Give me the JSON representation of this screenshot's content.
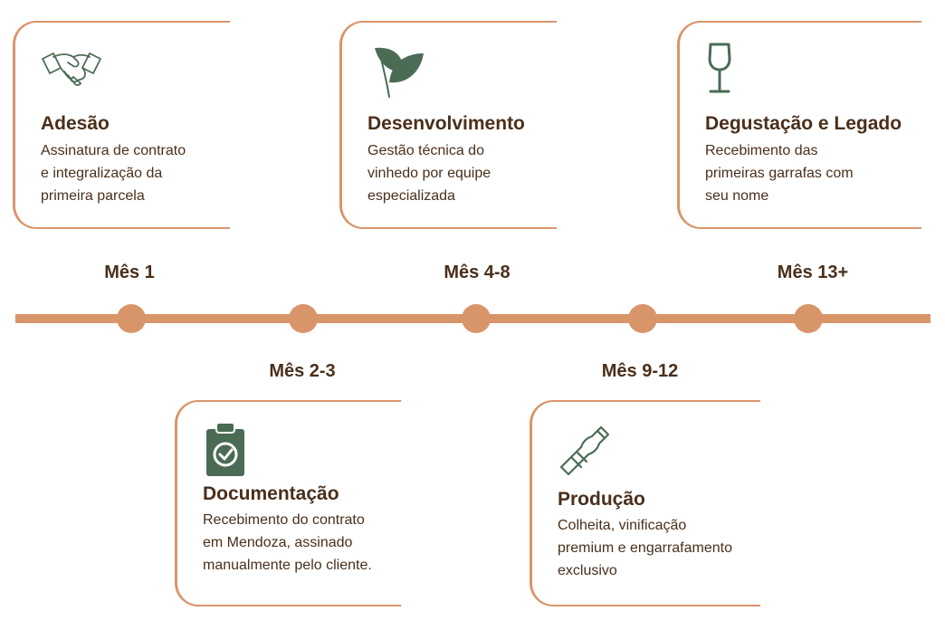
{
  "colors": {
    "accent": "#D9956A",
    "text": "#4A2F1A",
    "icon_green": "#4B6B55"
  },
  "milestones": [
    {
      "label": "Mês 1"
    },
    {
      "label": "Mês 2-3"
    },
    {
      "label": "Mês 4-8"
    },
    {
      "label": "Mês 9-12"
    },
    {
      "label": "Mês 13+"
    }
  ],
  "cards": [
    {
      "icon": "handshake-icon",
      "title": "Adesão",
      "description": "Assinatura de contrato\ne integralização da\nprimeira parcela"
    },
    {
      "icon": "clipboard-check-icon",
      "title": "Documentação",
      "description": "Recebimento do contrato\nem Mendoza, assinado\nmanualmente pelo cliente."
    },
    {
      "icon": "leaf-icon",
      "title": "Desenvolvimento",
      "description": "Gestão técnica do\nvinhedo por equipe\nespecializada"
    },
    {
      "icon": "wine-bottle-icon",
      "title": "Produção",
      "description": "Colheita, vinificação\npremium e engarrafamento\nexclusivo"
    },
    {
      "icon": "wine-glass-icon",
      "title": "Degustação e Legado",
      "description": "Recebimento das\nprimeiras garrafas com\nseu nome"
    }
  ]
}
